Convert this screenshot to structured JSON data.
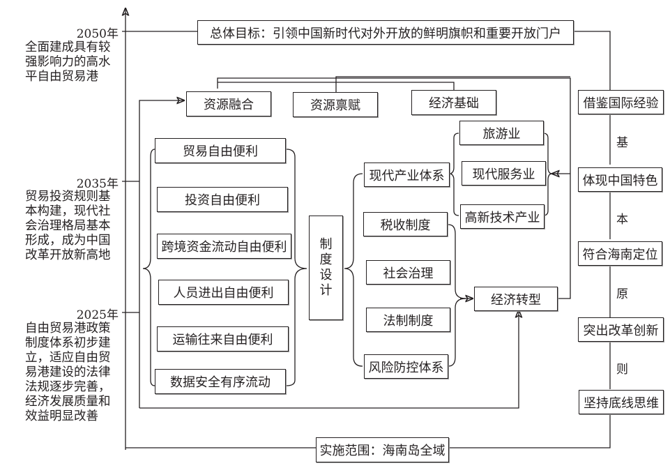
{
  "timeline": {
    "milestones": [
      {
        "year": "2050年",
        "lines": [
          "全面建成具有较",
          "强影响力的高水",
          "平自由贸易港"
        ]
      },
      {
        "year": "2035年",
        "lines": [
          "贸易投资规则基",
          "本构建，现代社",
          "会治理格局基本",
          "形成，成为中国",
          "改革开放新高地"
        ]
      },
      {
        "year": "2025年",
        "lines": [
          "自由贸易港政策",
          "制度体系初步建",
          "立，适应自由贸",
          "易港建设的法律",
          "法规逐步完善，",
          "经济发展质量和",
          "效益明显改善"
        ]
      }
    ]
  },
  "overall_goal": "总体目标：引领中国新时代对外开放的鲜明旗帜和重要开放门户",
  "scope": "实施范围：海南岛全域",
  "foundations": [
    "资源融合",
    "资源禀赋",
    "经济基础"
  ],
  "freedoms": [
    "贸易自由便利",
    "投资自由便利",
    "跨境资金流动自由便利",
    "人员进出自由便利",
    "运输往来自由便利",
    "数据安全有序流动"
  ],
  "system_design": [
    "制",
    "度",
    "设",
    "计"
  ],
  "systems": [
    "现代产业体系",
    "税收制度",
    "社会治理",
    "法制制度",
    "风险防控体系"
  ],
  "industries": [
    "旅游业",
    "现代服务业",
    "高新技术产业"
  ],
  "economic_transformation": "经济转型",
  "principles": {
    "items": [
      "借鉴国际经验",
      "体现中国特色",
      "符合海南定位",
      "突出改革创新",
      "坚持底线思维"
    ],
    "title_chars": [
      "基",
      "本",
      "原",
      "则"
    ]
  }
}
